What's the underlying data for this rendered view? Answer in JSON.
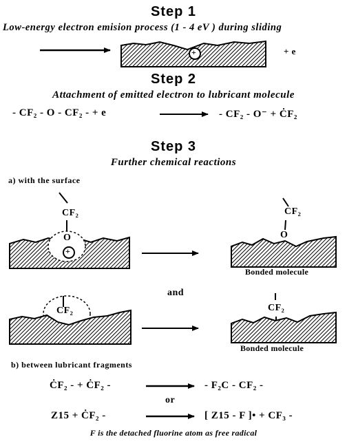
{
  "step1": {
    "title": "Step 1",
    "subtitle": "Low-energy electron emision process (1 - 4 eV ) during sliding",
    "charge_symbol": "+",
    "electron_text": "+ e"
  },
  "step2": {
    "title": "Step 2",
    "subtitle": "Attachment of emitted electron to lubricant molecule",
    "reactants": "- CF₂ -  O  - CF₂ - + e",
    "products": "- CF₂ -  O⁻ + ĊF₂"
  },
  "step3": {
    "title": "Step 3",
    "subtitle": "Further chemical reactions",
    "section_a": "a) with the surface",
    "section_b": "b) between lubricant fragments",
    "mol_cf2": "CF₂",
    "mol_o": "O",
    "charge_symbol": "+",
    "bonded_label_1": "Bonded molecule",
    "bonded_label_2": "Bonded molecule",
    "and_text": "and",
    "rxn1_left": "ĊF₂ -  + ĊF₂ -",
    "rxn1_right": "- F₂C  - CF₂ -",
    "or_text": "or",
    "rxn2_left": "Z15  + ĊF₂ -",
    "rxn2_right": "[ Z15 - F ]• + CF₃ -",
    "footnote": "F is the detached fluorine atom as free radical"
  }
}
